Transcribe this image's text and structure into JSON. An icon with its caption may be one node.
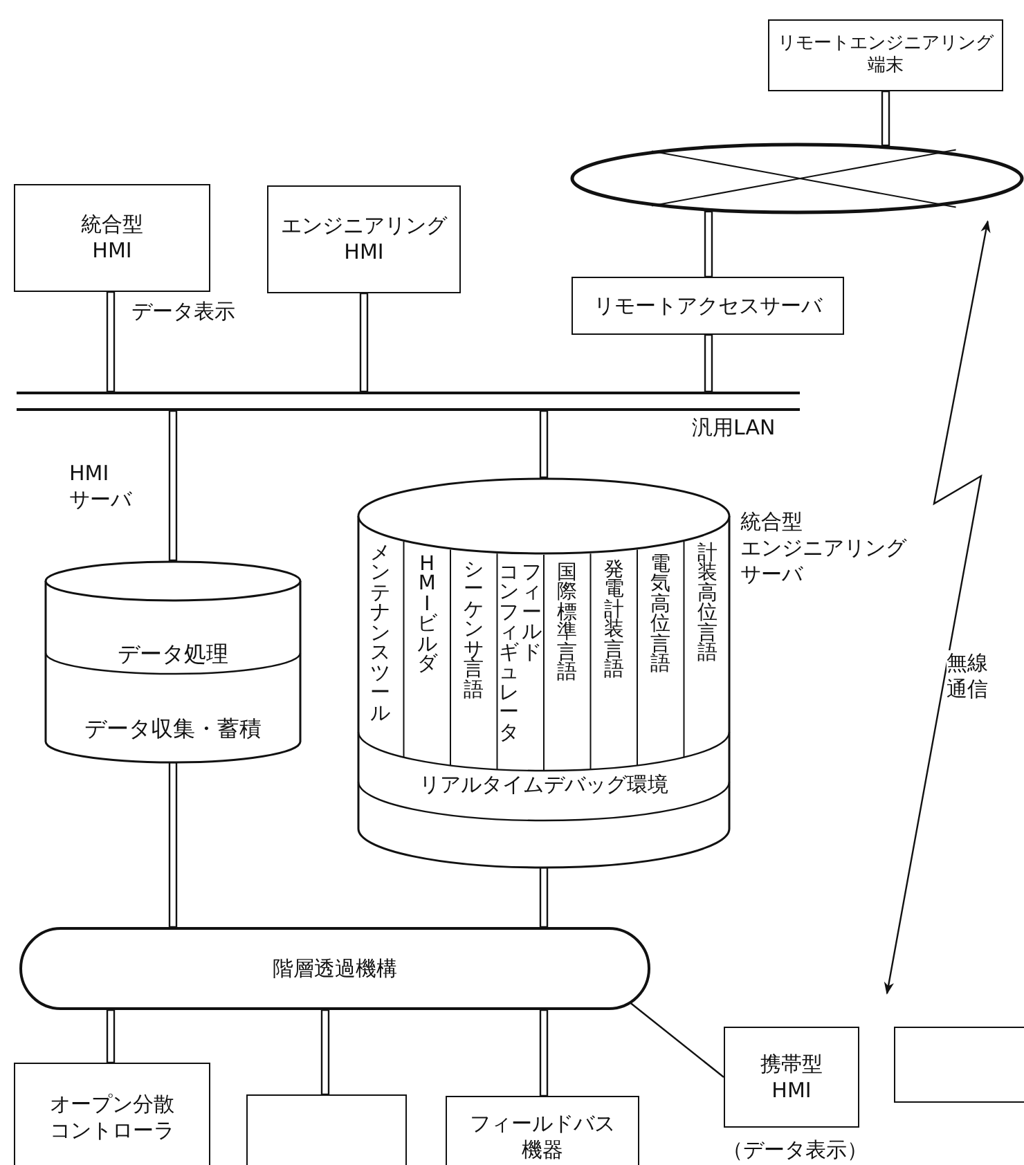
{
  "diagram": {
    "nodes": [
      {
        "text": [
          "統合型 HMI"
        ]
      },
      {
        "text": [
          "エンジニアリング HMI"
        ]
      },
      {
        "text": [],
        "shape": "bar",
        "beside": [
          "汎用LAN"
        ]
      },
      {
        "text": [
          "リモートアクセスサーバ"
        ]
      },
      {
        "text": [],
        "shape": "ellipse"
      },
      {
        "text": [
          "リモートエンジニアリング端末"
        ]
      },
      {
        "text": [
          "データ処理",
          "データ収集・蓄積"
        ],
        "beside": [
          "HMI サーバ"
        ]
      },
      {
        "text": [
          "メンテナンスツール",
          "HMIビルダ",
          "シーケンサ言語",
          "フィールドコンフィギュレータ",
          "国際標準言語",
          "発電計装言語",
          "電気高位言語",
          "計装高位言語",
          "リアルタイムデバッグ環境"
        ],
        "beside": [
          "統合型エンジニアリングサーバ"
        ]
      },
      {
        "text": [
          "階層透過機構"
        ]
      },
      {
        "text": [
          "オープン分散コントローラ"
        ]
      },
      {
        "text": [],
        "shape": "box"
      },
      {
        "text": [
          "フィールドバス機器"
        ]
      },
      {
        "text": [
          "携帯型 HMI"
        ],
        "beside": [
          "（データ表示）"
        ]
      },
      {
        "text": [],
        "shape": "box"
      }
    ],
    "edges": [
      {
        "from": 0,
        "to": 2,
        "arrow": "none"
      },
      {
        "from": 1,
        "to": 2,
        "arrow": "none"
      },
      {
        "from": 3,
        "to": 2,
        "arrow": "none"
      },
      {
        "from": 3,
        "to": 4,
        "arrow": "none"
      },
      {
        "from": 5,
        "to": 4,
        "arrow": "none"
      },
      {
        "from": 2,
        "to": 6,
        "arrow": "none"
      },
      {
        "from": 2,
        "to": 7,
        "arrow": "none"
      },
      {
        "from": 6,
        "to": 8,
        "arrow": "none"
      },
      {
        "from": 7,
        "to": 8,
        "arrow": "none"
      },
      {
        "from": 8,
        "to": 9,
        "arrow": "none"
      },
      {
        "from": 8,
        "to": 10,
        "arrow": "none"
      },
      {
        "from": 8,
        "to": 11,
        "arrow": "none"
      },
      {
        "from": 8,
        "to": 12,
        "arrow": "none"
      },
      {
        "from": 4,
        "to": 13,
        "arrow": "both",
        "label": "無線通信"
      }
    ],
    "labels": [
      "データ表示"
    ]
  }
}
